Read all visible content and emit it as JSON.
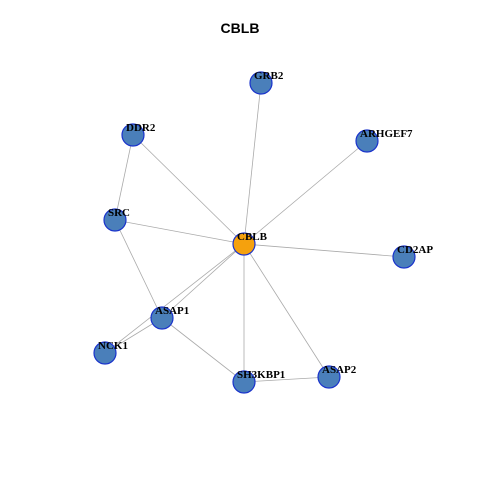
{
  "title": "CBLB",
  "colors": {
    "center_fill": "#f5a10d",
    "node_fill": "#4a7fba",
    "node_stroke": "#1a33cc",
    "edge": "#aaaaaa"
  },
  "nodes": [
    {
      "id": "CBLB",
      "label": "CBLB",
      "center": true
    },
    {
      "id": "GRB2",
      "label": "GRB2"
    },
    {
      "id": "DDR2",
      "label": "DDR2"
    },
    {
      "id": "ARHGEF7",
      "label": "ARHGEF7"
    },
    {
      "id": "SRC",
      "label": "SRC"
    },
    {
      "id": "CD2AP",
      "label": "CD2AP"
    },
    {
      "id": "ASAP1",
      "label": "ASAP1"
    },
    {
      "id": "NCK1",
      "label": "NCK1"
    },
    {
      "id": "SH3KBP1",
      "label": "SH3KBP1"
    },
    {
      "id": "ASAP2",
      "label": "ASAP2"
    }
  ],
  "edges": [
    [
      "CBLB",
      "GRB2"
    ],
    [
      "CBLB",
      "DDR2"
    ],
    [
      "CBLB",
      "ARHGEF7"
    ],
    [
      "CBLB",
      "SRC"
    ],
    [
      "CBLB",
      "CD2AP"
    ],
    [
      "CBLB",
      "ASAP1"
    ],
    [
      "CBLB",
      "NCK1"
    ],
    [
      "CBLB",
      "SH3KBP1"
    ],
    [
      "CBLB",
      "ASAP2"
    ],
    [
      "DDR2",
      "SRC"
    ],
    [
      "SRC",
      "ASAP1"
    ],
    [
      "ASAP1",
      "NCK1"
    ],
    [
      "ASAP1",
      "SH3KBP1"
    ],
    [
      "SH3KBP1",
      "ASAP2"
    ]
  ]
}
